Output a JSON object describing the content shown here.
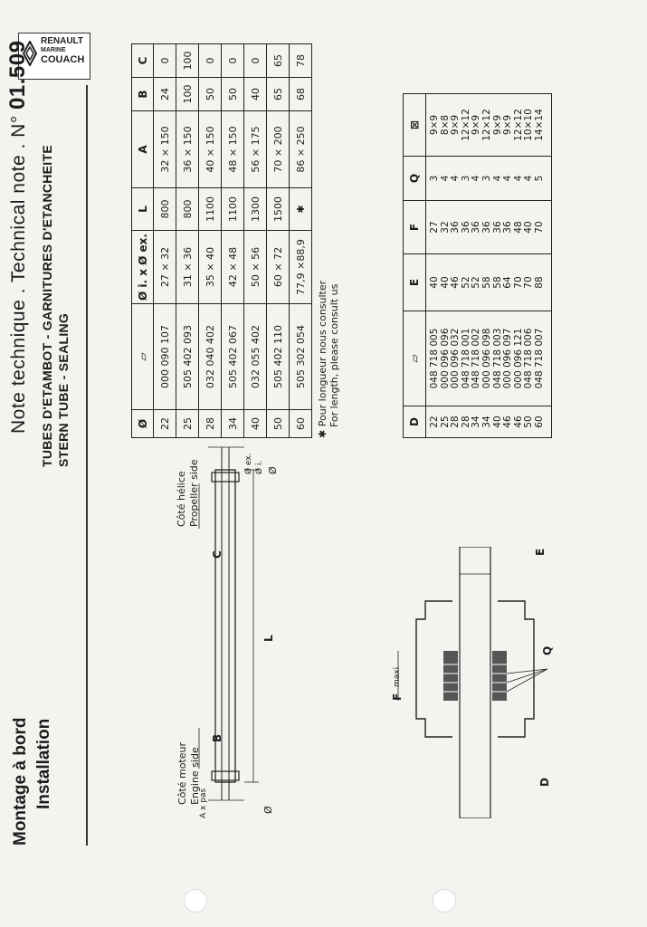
{
  "header": {
    "section_fr": "Montage à bord",
    "section_en": "Installation",
    "title_prefix": "Note technique . Technical note . N°",
    "note_number": "01.509",
    "subtitle_fr": "TUBES D'ETAMBOT - GARNITURES D'ETANCHEITE",
    "subtitle_en": "STERN TUBE - SEALING"
  },
  "logo": {
    "line1": "RENAULT",
    "line2": "MARINE",
    "line3": "COUACH"
  },
  "diagram_labels": {
    "engine_side_fr": "Côté moteur",
    "engine_side_en": "Engine side",
    "propeller_side_fr": "Côté hélice",
    "propeller_side_en": "Propeller side",
    "a_pas": "A x pas",
    "phi_ex": "Ø ex.",
    "phi_i": "Ø i.",
    "phi": "Ø",
    "B": "B",
    "C": "C",
    "L": "L",
    "F": "F",
    "maxi": "maxi",
    "E": "E",
    "D": "D",
    "Q": "Q"
  },
  "table1": {
    "headers": [
      "Ø",
      "ref-icon",
      "Ø i. x Ø ex.",
      "L",
      "A",
      "B",
      "C"
    ],
    "rows": [
      [
        "22",
        "000 090 107",
        "27 × 32",
        "800",
        "32 × 150",
        "24",
        "0"
      ],
      [
        "25",
        "505 402 093",
        "31 × 36",
        "800",
        "36 × 150",
        "100",
        "100"
      ],
      [
        "28",
        "032 040 402",
        "35 × 40",
        "1100",
        "40 × 150",
        "50",
        "0"
      ],
      [
        "34",
        "505 402 067",
        "42 × 48",
        "1100",
        "48 × 150",
        "50",
        "0"
      ],
      [
        "40",
        "032 055 402",
        "50 × 56",
        "1300",
        "56 × 175",
        "40",
        "0"
      ],
      [
        "50",
        "505 402 110",
        "60 × 72",
        "1500",
        "70 × 200",
        "65",
        "65"
      ],
      [
        "60",
        "505 302 054",
        "77,9 ×88,9",
        "✱",
        "86 × 250",
        "68",
        "78"
      ]
    ]
  },
  "note_length": {
    "fr": "Pour longueur nous consulter",
    "en": "For length, please consult us"
  },
  "table2": {
    "headers": [
      "D",
      "ref-icon",
      "E",
      "F",
      "Q",
      "square-icon"
    ],
    "rows": [
      [
        "22",
        "048 718 005",
        "40",
        "27",
        "3",
        "9×9"
      ],
      [
        "25",
        "000 096 096",
        "40",
        "32",
        "4",
        "8×8"
      ],
      [
        "28",
        "000 096 032",
        "46",
        "36",
        "4",
        "9×9"
      ],
      [
        "28",
        "048 718 001",
        "52",
        "36",
        "3",
        "12×12"
      ],
      [
        "34",
        "048 718 002",
        "52",
        "36",
        "4",
        "9×9"
      ],
      [
        "34",
        "000 096 098",
        "58",
        "36",
        "3",
        "12×12"
      ],
      [
        "40",
        "048 718 003",
        "58",
        "36",
        "4",
        "9×9"
      ],
      [
        "46",
        "000 096 097",
        "64",
        "36",
        "4",
        "9×9"
      ],
      [
        "46",
        "000 096 121",
        "70",
        "48",
        "4",
        "12×12"
      ],
      [
        "50",
        "048 718 006",
        "70",
        "40",
        "4",
        "10×10"
      ],
      [
        "60",
        "048 718 007",
        "88",
        "70",
        "5",
        "14×14"
      ]
    ]
  }
}
